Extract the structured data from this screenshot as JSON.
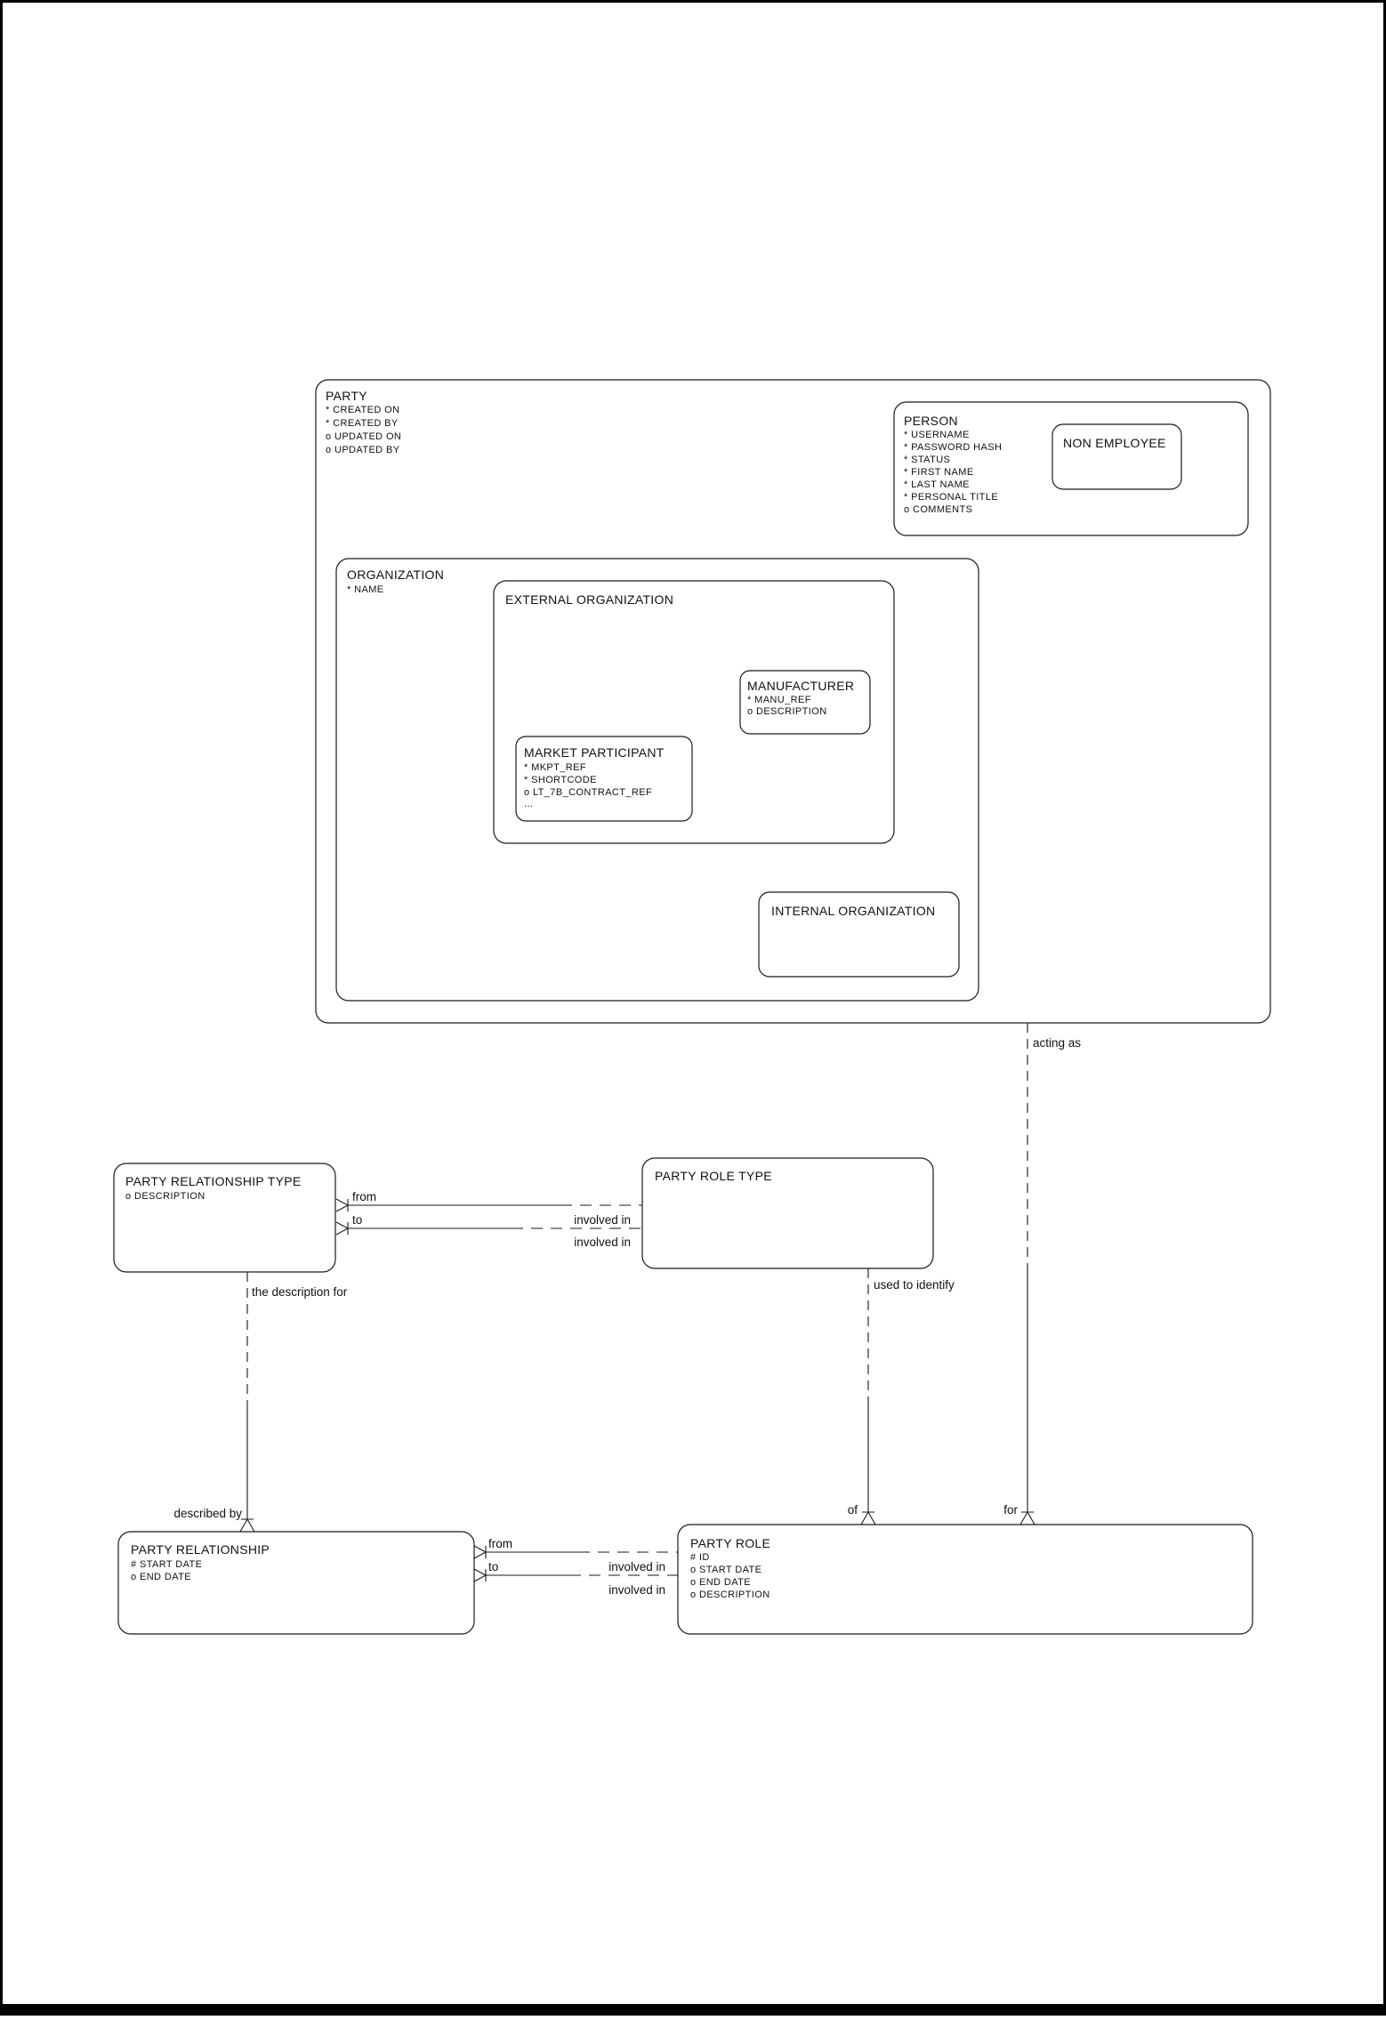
{
  "canvas": {
    "background": "#ffffff",
    "line_color": "#1a1a1a",
    "border_color": "#000000"
  },
  "entities": {
    "party": {
      "title": "PARTY",
      "attrs": [
        "* CREATED ON",
        "* CREATED BY",
        "o UPDATED ON",
        "o UPDATED BY"
      ]
    },
    "person": {
      "title": "PERSON",
      "attrs": [
        "* USERNAME",
        "* PASSWORD HASH",
        "* STATUS",
        "* FIRST NAME",
        "* LAST NAME",
        "* PERSONAL TITLE",
        "o COMMENTS"
      ]
    },
    "non_employee": {
      "title": "NON EMPLOYEE",
      "attrs": []
    },
    "organization": {
      "title": "ORGANIZATION",
      "attrs": [
        "* NAME"
      ]
    },
    "external_organization": {
      "title": "EXTERNAL ORGANIZATION",
      "attrs": []
    },
    "manufacturer": {
      "title": "MANUFACTURER",
      "attrs": [
        "* MANU_REF",
        "o DESCRIPTION"
      ]
    },
    "market_participant": {
      "title": "MARKET PARTICIPANT",
      "attrs": [
        "* MKPT_REF",
        "* SHORTCODE",
        "o LT_7B_CONTRACT_REF",
        "..."
      ]
    },
    "internal_organization": {
      "title": "INTERNAL ORGANIZATION",
      "attrs": []
    },
    "party_relationship_type": {
      "title": "PARTY RELATIONSHIP TYPE",
      "attrs": [
        "o DESCRIPTION"
      ]
    },
    "party_role_type": {
      "title": "PARTY ROLE TYPE",
      "attrs": []
    },
    "party_relationship": {
      "title": "PARTY RELATIONSHIP",
      "attrs": [
        "# START DATE",
        "o END DATE"
      ]
    },
    "party_role": {
      "title": "PARTY ROLE",
      "attrs": [
        "# ID",
        "o START DATE",
        "o END DATE",
        "o DESCRIPTION"
      ]
    }
  },
  "labels": {
    "acting_as": "acting as",
    "for": "for",
    "used_to_identify": "used to identify",
    "of": "of",
    "the_description_for": "the description for",
    "described_by": "described by",
    "type_from": "from",
    "type_to": "to",
    "type_involved_in_a": "involved in",
    "type_involved_in_b": "involved in",
    "rel_from": "from",
    "rel_to": "to",
    "rel_involved_in_a": "involved in",
    "rel_involved_in_b": "involved in"
  }
}
